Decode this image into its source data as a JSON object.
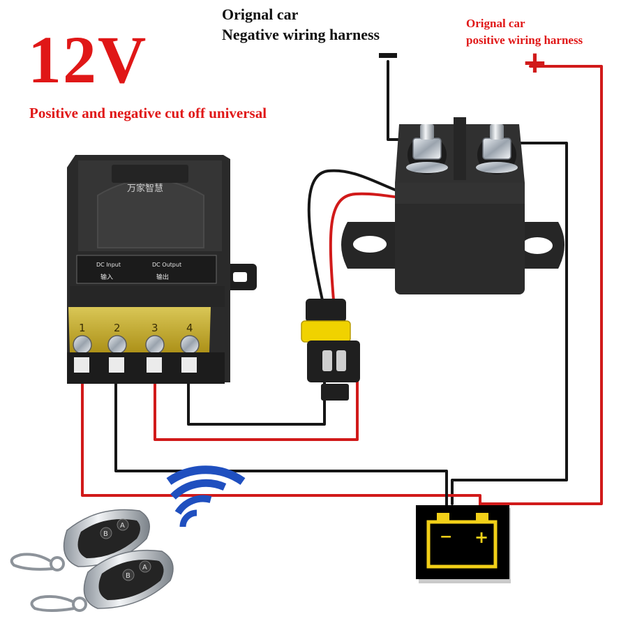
{
  "headline": "12V",
  "subline": "Positive and negative cut off universal",
  "negative_label": {
    "line1": "Orignal car",
    "line2": "Negative wiring harness",
    "symbol": "—"
  },
  "positive_label": {
    "line1": "Orignal car",
    "line2": "positive wiring harness",
    "symbol": "+"
  },
  "receiver": {
    "brand": "万家智慧",
    "input_en": "DC Input",
    "input_cn": "输入",
    "output_en": "DC Output",
    "output_cn": "输出",
    "terminals": [
      "1",
      "2",
      "3",
      "4"
    ]
  },
  "battery": {
    "minus": "−",
    "plus": "+"
  },
  "remote": {
    "button_a": "A",
    "button_b": "B"
  },
  "colors": {
    "red_wire": "#d11a1a",
    "black_wire": "#161616",
    "battery_yellow": "#f2d018",
    "signal_blue": "#1f4fbf",
    "headline_red": "#e01717"
  }
}
